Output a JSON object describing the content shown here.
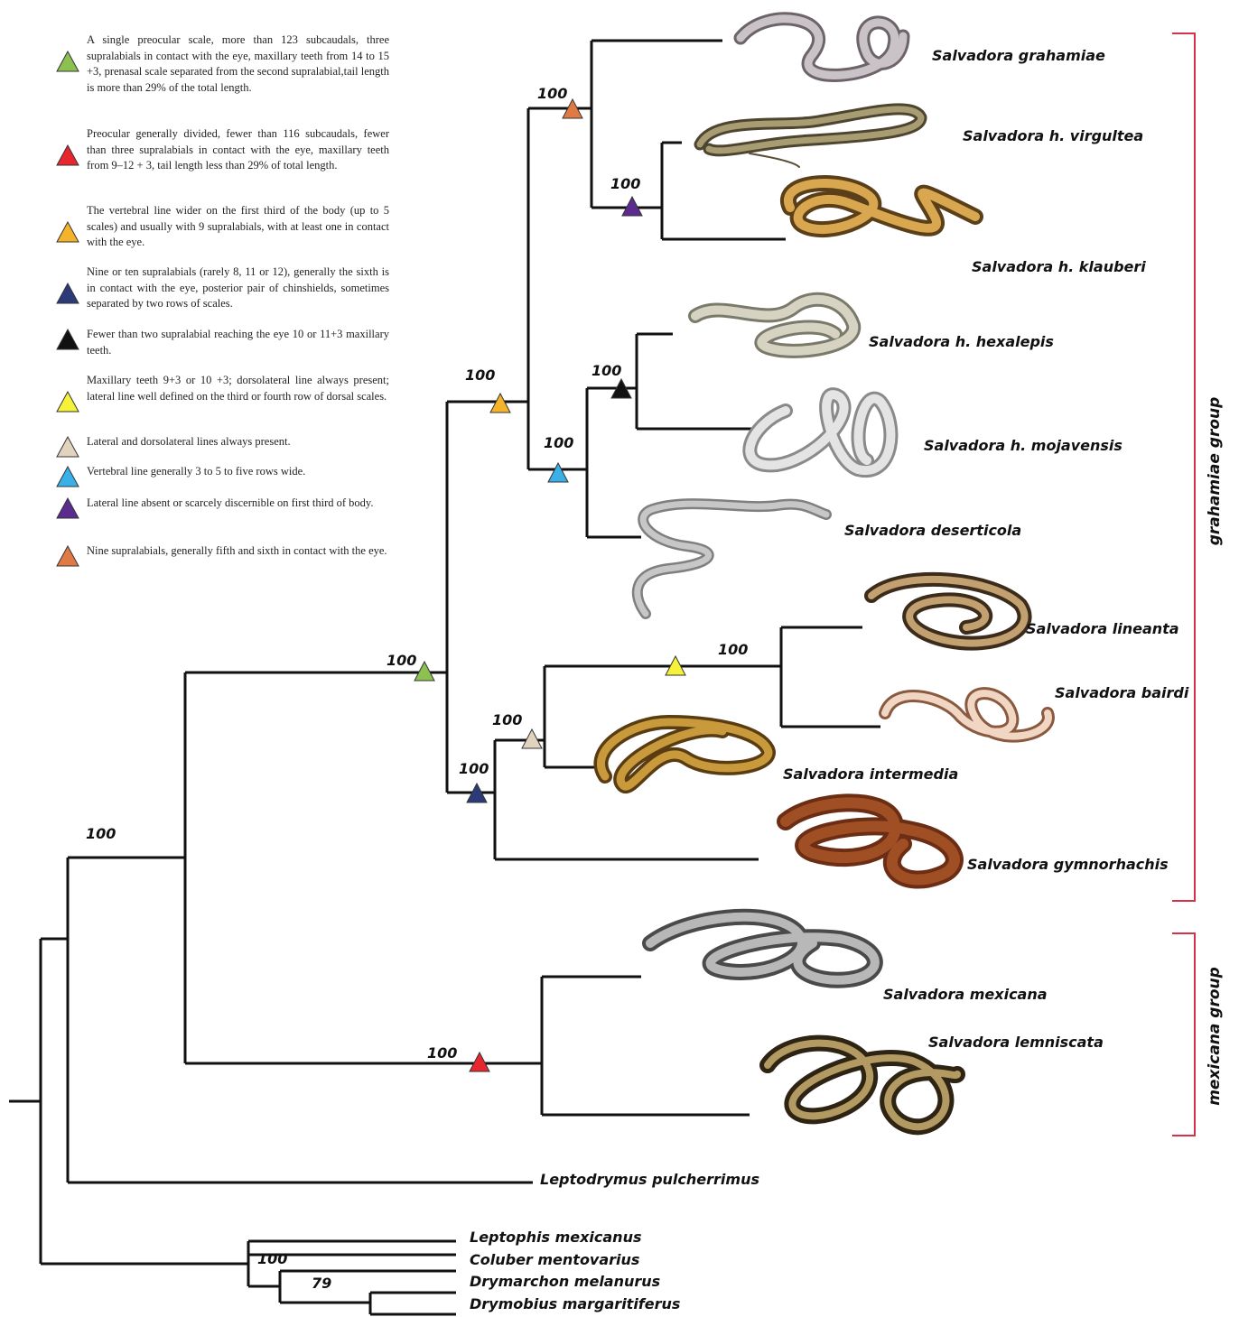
{
  "colors": {
    "green": "#8cc152",
    "red": "#e8262f",
    "orange_yellow": "#f4b32a",
    "navy": "#2d3a78",
    "black": "#111111",
    "yellow": "#f6f23a",
    "beige": "#e2d3bf",
    "sky": "#3ab0e8",
    "purple": "#5b2b90",
    "orange": "#e07a45",
    "bracket": "#d8304a"
  },
  "legend": [
    {
      "color_key": "green",
      "icon": "triangle-marker",
      "text": "A single preocular scale, more than 123 subcaudals, three supralabials in contact with the eye, maxillary teeth from 14 to 15 +3, prenasal scale separated from the second supralabial,tail length is more than 29% of the total length."
    },
    {
      "color_key": "red",
      "icon": "triangle-marker",
      "text": "Preocular generally divided, fewer than 116 subcaudals, fewer than three supralabials in contact with the eye, maxillary teeth from 9–12 + 3, tail length less than 29% of total length."
    },
    {
      "color_key": "orange_yellow",
      "icon": "triangle-marker",
      "text": "The vertebral line wider on the first third of the body (up to 5 scales) and usually with 9 supralabials, with at least one in contact with the eye."
    },
    {
      "color_key": "navy",
      "icon": "triangle-marker",
      "text": "Nine or ten supralabials (rarely 8, 11 or 12), generally the sixth is in contact with the eye, posterior pair of chinshields, sometimes separated by two rows of scales."
    },
    {
      "color_key": "black",
      "icon": "triangle-marker",
      "text": "Fewer than two supralabial reaching the eye 10 or 11+3 maxillary teeth."
    },
    {
      "color_key": "yellow",
      "icon": "triangle-marker",
      "text": "Maxillary teeth 9+3 or 10 +3; dorsolateral line always present; lateral line well defined on the third or fourth row of dorsal scales."
    },
    {
      "color_key": "beige",
      "icon": "triangle-marker",
      "text": "Lateral and dorsolateral lines always present."
    },
    {
      "color_key": "sky",
      "icon": "triangle-marker",
      "text": "Vertebral line generally 3 to 5 to five rows wide."
    },
    {
      "color_key": "purple",
      "icon": "triangle-marker",
      "text": "Lateral line absent or scarcely discernible on first third of body."
    },
    {
      "color_key": "orange",
      "icon": "triangle-marker",
      "text": "Nine supralabials, generally fifth and sixth in contact with the eye."
    }
  ],
  "taxa": [
    "Salvadora grahamiae",
    "Salvadora h. virgultea",
    "Salvadora h. klauberi",
    "Salvadora h. hexalepis",
    "Salvadora h. mojavensis",
    "Salvadora deserticola",
    "Salvadora lineanta",
    "Salvadora bairdi",
    "Salvadora intermedia",
    "Salvadora gymnorhachis",
    "Salvadora mexicana",
    "Salvadora lemniscata",
    "Leptodrymus pulcherrimus",
    "Leptophis mexicanus",
    "Coluber mentovarius",
    "Drymarchon melanurus",
    "Drymobius margaritiferus"
  ],
  "support": [
    "100",
    "100",
    "100",
    "100",
    "100",
    "100",
    "100",
    "100",
    "100",
    "100",
    "100",
    "100",
    "79"
  ],
  "groups": [
    "grahamiae group",
    "mexicana group"
  ]
}
